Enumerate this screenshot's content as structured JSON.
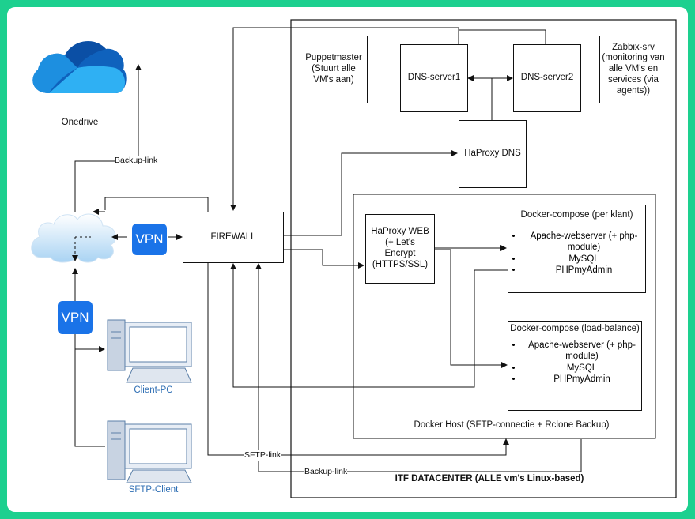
{
  "labels": {
    "onedrive": "Onedrive",
    "backup_link_top": "Backup-link",
    "vpn_cloud": "VPN",
    "vpn_clients": "VPN",
    "firewall": "FIREWALL",
    "client_pc": "Client-PC",
    "sftp_client": "SFTP-Client",
    "puppetmaster": "Puppetmaster (Stuurt alle VM's aan)",
    "dns1": "DNS-server1",
    "dns2": "DNS-server2",
    "zabbix": "Zabbix-srv (monitoring van alle VM's en services (via agents))",
    "haproxy_dns": "HaProxy DNS",
    "haproxy_web": "HaProxy WEB (+ Let's Encrypt (HTTPS/SSL)",
    "docker1_title": "Docker-compose (per klant)",
    "docker2_title": "Docker-compose (load-balance)",
    "docker_host": "Docker Host (SFTP-connectie + Rclone Backup)",
    "sftp_link": "SFTP-link",
    "backup_link_bottom": "Backup-link",
    "datacenter": "ITF DATACENTER (ALLE vm's Linux-based)"
  },
  "docker1_items": [
    "Apache-webserver (+ php-module)",
    "MySQL",
    "PHPmyAdmin"
  ],
  "docker2_items": [
    "Apache-webserver (+ php-module)",
    "MySQL",
    "PHPmyAdmin"
  ],
  "colors": {
    "frame_border": "#1dd08f",
    "vpn": "#1a73e8",
    "client_label": "#2f6fb4"
  },
  "icons": {
    "storage": "onedrive-cloud-icon",
    "internet": "internet-cloud-icon",
    "computer": "desktop-computer-icon"
  }
}
